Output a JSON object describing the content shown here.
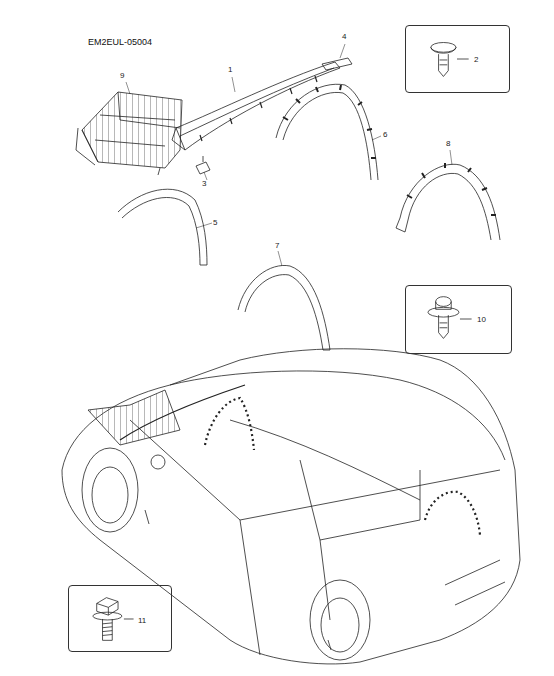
{
  "diagram": {
    "nodes": [
      {
        "text": [
          "2"
        ]
      },
      {
        "text": [
          "10"
        ]
      },
      {
        "text": [
          "11"
        ]
      }
    ],
    "labels": [
      "EM2EUL-05004",
      "9",
      "1",
      "4",
      "3",
      "5",
      "6",
      "8",
      "7"
    ]
  }
}
